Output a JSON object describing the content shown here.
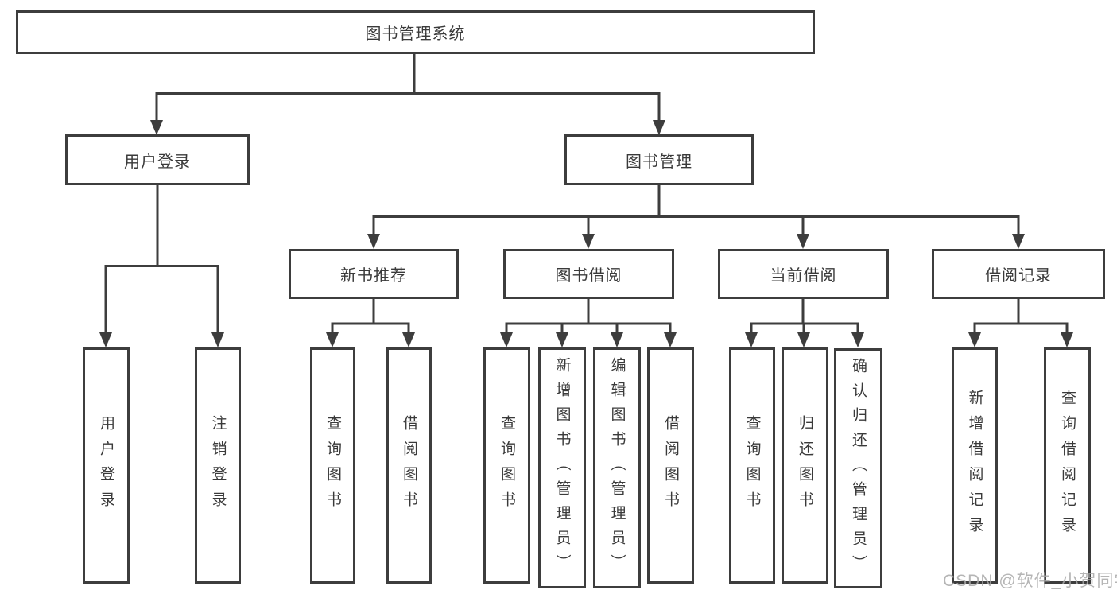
{
  "colors": {
    "line": "#3d3d3d",
    "box_border": "#3d3d3d",
    "box_background": "#ffffff",
    "text": "#3a3a3a",
    "watermark": "#a8a8a8"
  },
  "watermark": {
    "text": "CSDN @软件_小贺同学"
  },
  "tree": {
    "root": {
      "label": "图书管理系统"
    },
    "user_login": {
      "label": "用户登录",
      "children": [
        {
          "label": "用户登录"
        },
        {
          "label": "注销登录"
        }
      ]
    },
    "book_mgmt": {
      "label": "图书管理",
      "sections": {
        "new_book": {
          "label": "新书推荐",
          "children": [
            {
              "label": "查询图书"
            },
            {
              "label": "借阅图书"
            }
          ]
        },
        "borrow": {
          "label": "图书借阅",
          "children": [
            {
              "label": "查询图书"
            },
            {
              "label": "新增图书（管理员）"
            },
            {
              "label": "编辑图书（管理员）"
            },
            {
              "label": "借阅图书"
            }
          ]
        },
        "current": {
          "label": "当前借阅",
          "children": [
            {
              "label": "查询图书"
            },
            {
              "label": "归还图书"
            },
            {
              "label": "确认归还（管理员）"
            }
          ]
        },
        "records": {
          "label": "借阅记录",
          "children": [
            {
              "label": "新增借阅记录"
            },
            {
              "label": "查询借阅记录"
            }
          ]
        }
      }
    }
  }
}
